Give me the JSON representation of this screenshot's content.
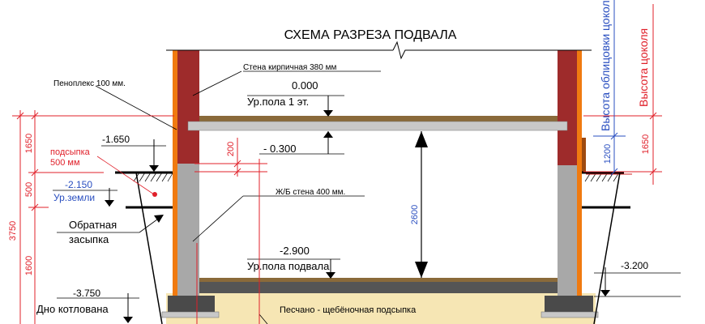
{
  "title": "СХЕМА  РАЗРЕЗА ПОДВАЛА",
  "labels": {
    "brick_wall": "Стена кирпичная  380 мм",
    "level_0": "0.000",
    "floor_1": "Ур.пола 1 эт.",
    "level_minus_0300": "- 0.300",
    "concrete_wall": "Ж/Б стена  400 мм.",
    "level_minus_2900": "-2.900",
    "basement_floor": "Ур.пола подвала",
    "sand_gravel": "Песчано  - щебёночная подсыпка",
    "level_minus_3200": "-3.200",
    "level_minus_3750": "-3.750",
    "pit_bottom": "Дно котлована",
    "penoplex": "Пеноплекс  100 мм.",
    "level_minus_1650": "-1.650",
    "fill": "подсыпка",
    "fill_size": "500 мм",
    "level_minus_2150": "-2.150",
    "ground_level": "Ур.земли",
    "backfill_1": "Обратная",
    "backfill_2": "засыпка",
    "facing_height": "Высота облицовки цоколя",
    "plinth_height": "Высота цоколя"
  },
  "dimensions": {
    "total": "3750",
    "left_top": "1650",
    "left_mid": "500",
    "left_bottom": "1600",
    "slab_gap": "200",
    "basement_height": "2600",
    "facing": "1200",
    "plinth": "1650"
  },
  "colors": {
    "brick": "#9e2b2b",
    "concrete": "#a8a8a8",
    "insulation": "#f07a10",
    "dimension_red": "#e0202a",
    "dimension_blue": "#2a4fc0",
    "sand": "#f6e6b4"
  }
}
